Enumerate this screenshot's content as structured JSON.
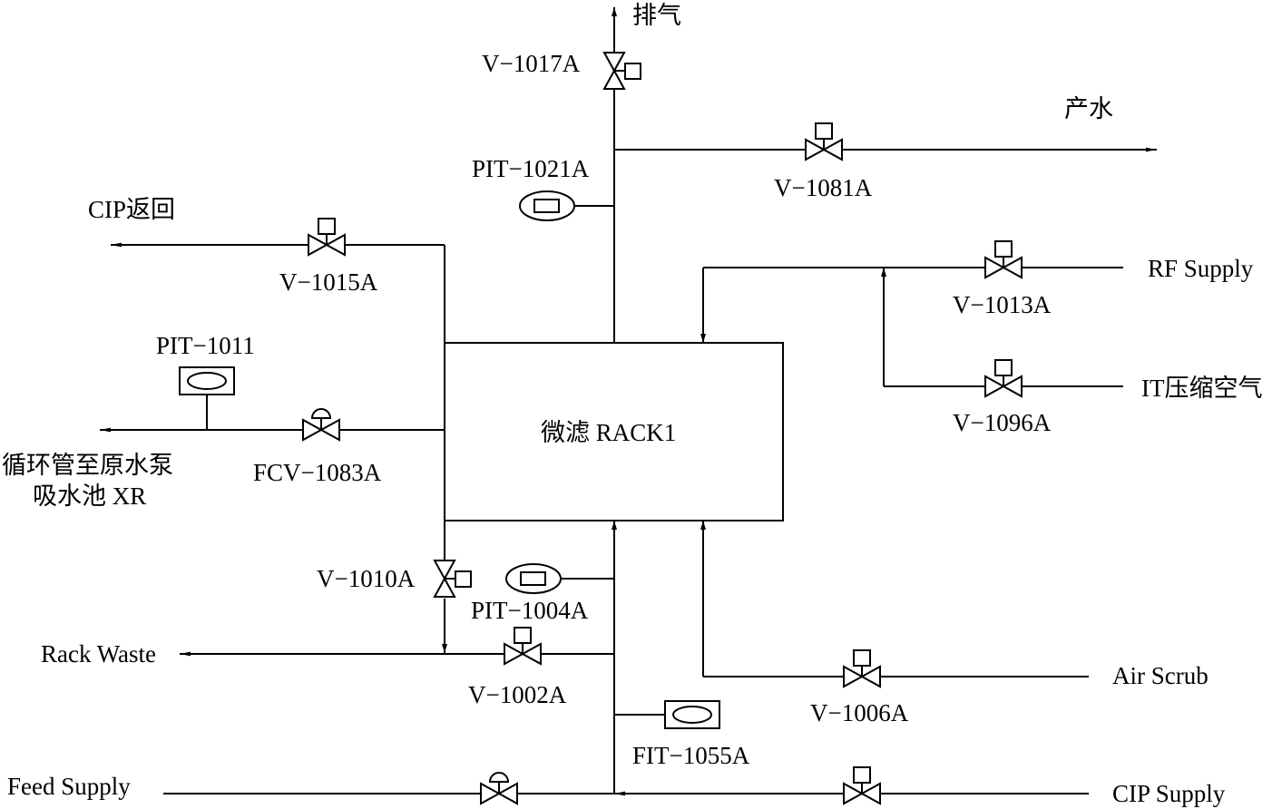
{
  "rack": {
    "label": "微滤 RACK1"
  },
  "labels": {
    "vent": "排气",
    "product_water": "产水",
    "cip_return": "CIP返回",
    "recirc_line1": "循环管至原水泵",
    "recirc_line2": "吸水池 XR",
    "rf_supply": "RF Supply",
    "it_air": "IT压缩空气",
    "rack_waste": "Rack Waste",
    "air_scrub": "Air Scrub",
    "feed_supply": "Feed Supply",
    "cip_supply": "CIP Supply"
  },
  "valves": {
    "v1017a": "V−1017A",
    "v1081a": "V−1081A",
    "v1015a": "V−1015A",
    "fcv1083a": "FCV−1083A",
    "v1013a": "V−1013A",
    "v1096a": "V−1096A",
    "v1010a": "V−1010A",
    "v1002a": "V−1002A",
    "v1006a": "V−1006A"
  },
  "instruments": {
    "pit1021a": "PIT−1021A",
    "pit1011": "PIT−1011",
    "pit1004a": "PIT−1004A",
    "fit1055a": "FIT−1055A"
  }
}
